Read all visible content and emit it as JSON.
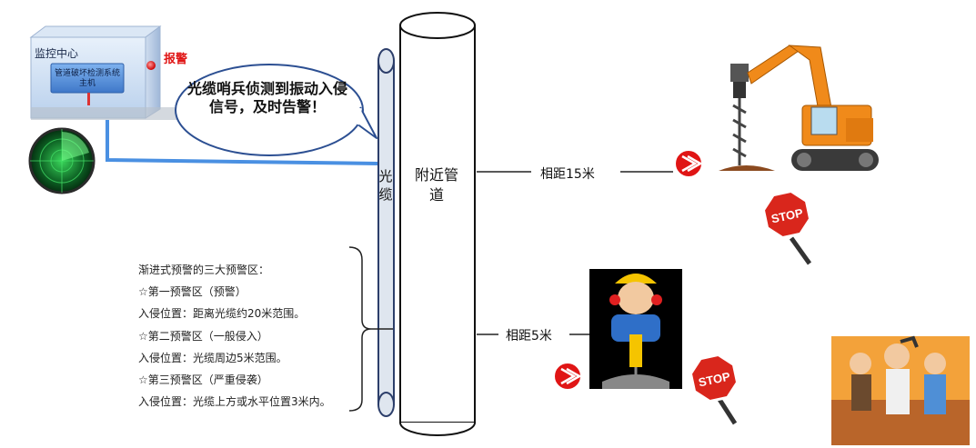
{
  "monitor": {
    "title": "监控中心",
    "host_label": "管道破坏检测系统主机",
    "alarm_label": "报警"
  },
  "bubble_text": "光缆哨兵侦测到振动入侵信号，及时告警！",
  "cable_label": "光缆",
  "pipeline_label": "附近管道",
  "distance_far": "相距15米",
  "distance_near": "相距5米",
  "stop_sign_text": "STOP",
  "zones": {
    "heading": "渐进式预警的三大预警区：",
    "items": [
      {
        "name": "☆第一预警区（预警）",
        "location": "入侵位置：距离光缆约20米范围。"
      },
      {
        "name": "☆第二预警区（一般侵入）",
        "location": "入侵位置：光缆周边5米范围。"
      },
      {
        "name": "☆第三预警区（严重侵袭）",
        "location": "入侵位置：光缆上方或水平位置3米内。"
      }
    ]
  },
  "colors": {
    "cable_blue": "#4a90e2",
    "box_blue": "#5b8fd6",
    "alarm_red": "#e01515",
    "excavator_orange": "#f08a1a",
    "stop_red": "#d9261c",
    "radar_green": "#2fbf4a"
  }
}
